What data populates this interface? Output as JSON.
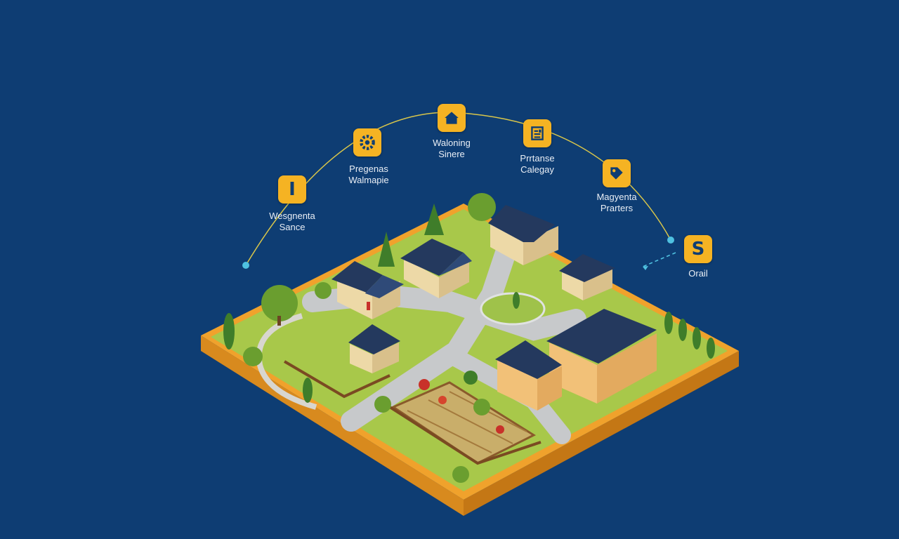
{
  "background_color": "#0e3d73",
  "accent_color": "#f5b323",
  "ground_color": "#f0a22c",
  "grass_color": "#a8c84a",
  "road_color": "#c7c9cb",
  "roof_color": "#24395e",
  "wall_color": "#edd9a7",
  "nodes": [
    {
      "icon": "letter-i-icon",
      "glyph": "I",
      "line1": "Wesgnenta",
      "line2": "Sance"
    },
    {
      "icon": "gear-icon",
      "line1": "Pregenas",
      "line2": "Walmapie"
    },
    {
      "icon": "house-icon",
      "line1": "Waloning",
      "line2": "Sinere"
    },
    {
      "icon": "document-icon",
      "line1": "Prrtanse",
      "line2": "Calegay"
    },
    {
      "icon": "tag-icon",
      "line1": "Magyenta",
      "line2": "Prarters"
    },
    {
      "icon": "letter-s-icon",
      "glyph": "S",
      "line1": "Orail",
      "line2": ""
    }
  ]
}
